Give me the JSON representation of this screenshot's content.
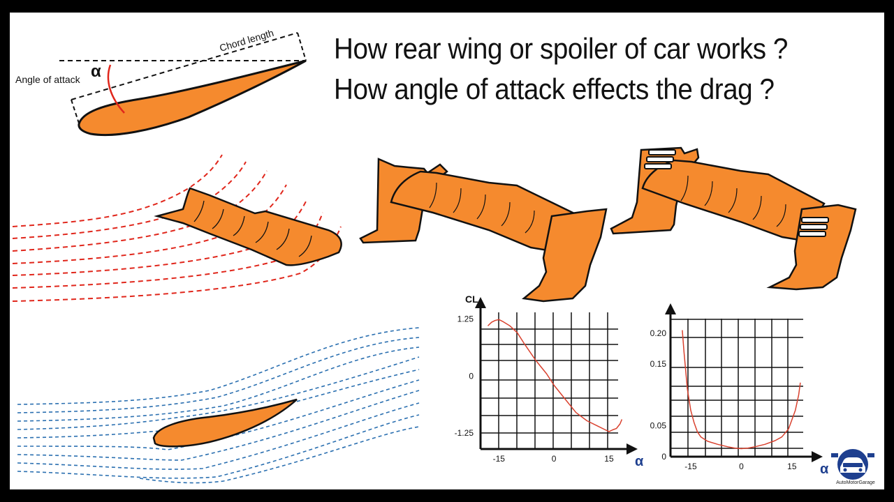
{
  "title": {
    "line1": "How rear wing or spoiler of car works ?",
    "line2": "How angle of attack effects the drag ?"
  },
  "airfoil_labels": {
    "chord": "Chord length",
    "angle": "Angle of attack",
    "alpha": "α"
  },
  "colors": {
    "wing_fill": "#F58A2E",
    "red_stream": "#E0261B",
    "blue_stream": "#2A6FB0",
    "curve": "#D9412E",
    "grid": "#111111",
    "brand_blue": "#1E3F8F"
  },
  "chart_data": [
    {
      "type": "line",
      "ylabel": "CL",
      "xlabel": "α",
      "x_ticks": [
        "-15",
        "0",
        "15"
      ],
      "y_ticks": [
        "1.25",
        "0",
        "-1.25"
      ],
      "xlim": [
        -20,
        19
      ],
      "ylim": [
        -1.6,
        1.55
      ],
      "grid": true,
      "series": [
        {
          "x": [
            -18,
            -17,
            -16,
            -15,
            -14,
            -12,
            -10,
            -8,
            -5,
            -2,
            0,
            3,
            6,
            9,
            12,
            14,
            15,
            16,
            17,
            18,
            18.5
          ],
          "y": [
            1.1,
            1.18,
            1.22,
            1.24,
            1.2,
            1.1,
            0.95,
            0.7,
            0.35,
            0.05,
            -0.2,
            -0.5,
            -0.8,
            -0.98,
            -1.1,
            -1.18,
            -1.22,
            -1.18,
            -1.15,
            -1.05,
            -0.95
          ]
        }
      ]
    },
    {
      "type": "line",
      "ylabel": "",
      "xlabel": "α",
      "x_ticks": [
        "-15",
        "0",
        "15"
      ],
      "y_ticks": [
        "0.20",
        "0.15",
        "0.05",
        "0"
      ],
      "xlim": [
        -21,
        20
      ],
      "ylim": [
        0,
        0.235
      ],
      "grid": true,
      "series": [
        {
          "x": [
            -17.5,
            -17,
            -16,
            -15,
            -14,
            -13,
            -12,
            -10,
            -7,
            -4,
            -2,
            0,
            2,
            4,
            7,
            10,
            12,
            14,
            15,
            16,
            17,
            17.5
          ],
          "y": [
            0.205,
            0.17,
            0.11,
            0.075,
            0.055,
            0.04,
            0.032,
            0.025,
            0.02,
            0.016,
            0.014,
            0.013,
            0.014,
            0.016,
            0.02,
            0.026,
            0.032,
            0.045,
            0.06,
            0.075,
            0.1,
            0.12
          ]
        }
      ]
    }
  ],
  "brand": {
    "name": "AutoMotorGarage"
  }
}
